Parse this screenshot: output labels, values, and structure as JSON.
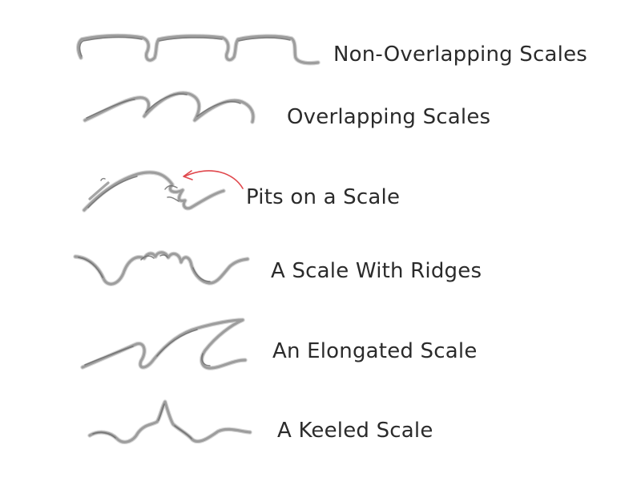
{
  "colors": {
    "text": "#2b2b2b",
    "pencil": "#8f8f8f",
    "arrow": "#e0474c"
  },
  "labels": {
    "non_overlapping": "Non-Overlapping Scales",
    "overlapping": "Overlapping Scales",
    "pits": "Pits on a Scale",
    "ridges": "A Scale With Ridges",
    "elongated": "An Elongated Scale",
    "keeled": "A Keeled Scale"
  }
}
